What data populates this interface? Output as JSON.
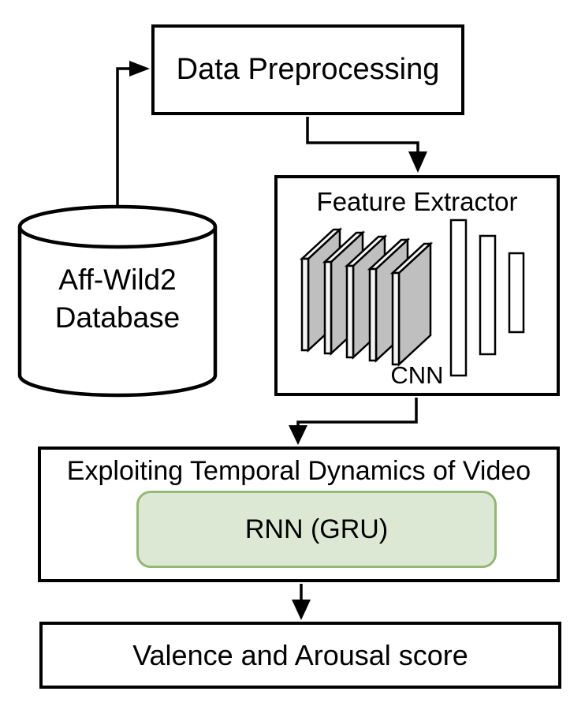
{
  "figure": {
    "type": "flowchart",
    "nodes": {
      "database": {
        "shape": "cylinder",
        "lines": [
          "Aff-Wild2",
          "Database"
        ]
      },
      "preprocessing": {
        "shape": "rectangle",
        "label": "Data Preprocessing"
      },
      "feature_extractor": {
        "shape": "rectangle",
        "title": "Feature Extractor",
        "cnn_label": "CNN",
        "illustration": "five gray convolution layer slabs followed by three white fully-connected bars"
      },
      "temporal_block": {
        "shape": "rectangle",
        "title": "Exploiting Temporal Dynamics of Video",
        "rnn": {
          "label": "RNN (GRU)",
          "shape": "rounded-rectangle"
        }
      },
      "output": {
        "shape": "rectangle",
        "label": "Valence and Arousal score"
      }
    },
    "edges": [
      {
        "from": "database",
        "to": "preprocessing"
      },
      {
        "from": "preprocessing",
        "to": "feature_extractor"
      },
      {
        "from": "feature_extractor",
        "to": "temporal_block"
      },
      {
        "from": "temporal_block",
        "to": "output"
      }
    ],
    "colors": {
      "background": "#ffffff",
      "line": "#000000",
      "text": "#000000",
      "box_border": "#000000",
      "cylinder_fill": "#ffffff",
      "cnn_layer_face": "#bfbfbf",
      "cnn_layer_edge": "#f4f4f4",
      "fc_bar_fill": "#ffffff",
      "rnn_fill": "#dce8d3",
      "rnn_border": "#93b874"
    }
  }
}
